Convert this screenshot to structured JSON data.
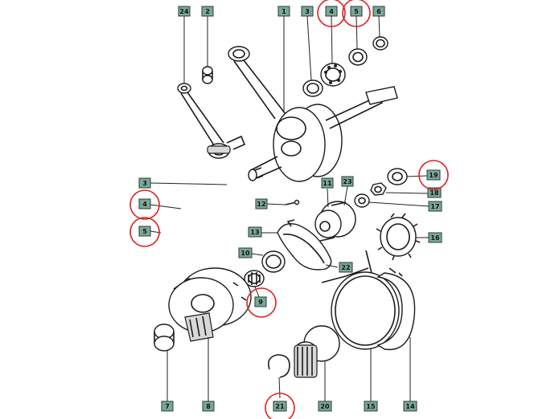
{
  "diagram": {
    "labels": [
      {
        "key": "l24",
        "text": "24"
      },
      {
        "key": "l2",
        "text": "2"
      },
      {
        "key": "l1",
        "text": "1"
      },
      {
        "key": "l3",
        "text": "3"
      },
      {
        "key": "l4a",
        "text": "4"
      },
      {
        "key": "l5a",
        "text": "5"
      },
      {
        "key": "l6",
        "text": "6"
      },
      {
        "key": "l19",
        "text": "19"
      },
      {
        "key": "l18",
        "text": "18"
      },
      {
        "key": "l17",
        "text": "17"
      },
      {
        "key": "l16",
        "text": "16"
      },
      {
        "key": "l3b",
        "text": "3"
      },
      {
        "key": "l4b",
        "text": "4"
      },
      {
        "key": "l5b",
        "text": "5"
      },
      {
        "key": "l12",
        "text": "12"
      },
      {
        "key": "l11",
        "text": "11"
      },
      {
        "key": "l23",
        "text": "23"
      },
      {
        "key": "l13",
        "text": "13"
      },
      {
        "key": "l10",
        "text": "10"
      },
      {
        "key": "l22",
        "text": "22"
      },
      {
        "key": "l9",
        "text": "9"
      },
      {
        "key": "l7",
        "text": "7"
      },
      {
        "key": "l8",
        "text": "8"
      },
      {
        "key": "l21",
        "text": "21"
      },
      {
        "key": "l20",
        "text": "20"
      },
      {
        "key": "l15",
        "text": "15"
      },
      {
        "key": "l14",
        "text": "14"
      }
    ],
    "highlight_color": "#e02020",
    "label_color": "#7aa898"
  }
}
